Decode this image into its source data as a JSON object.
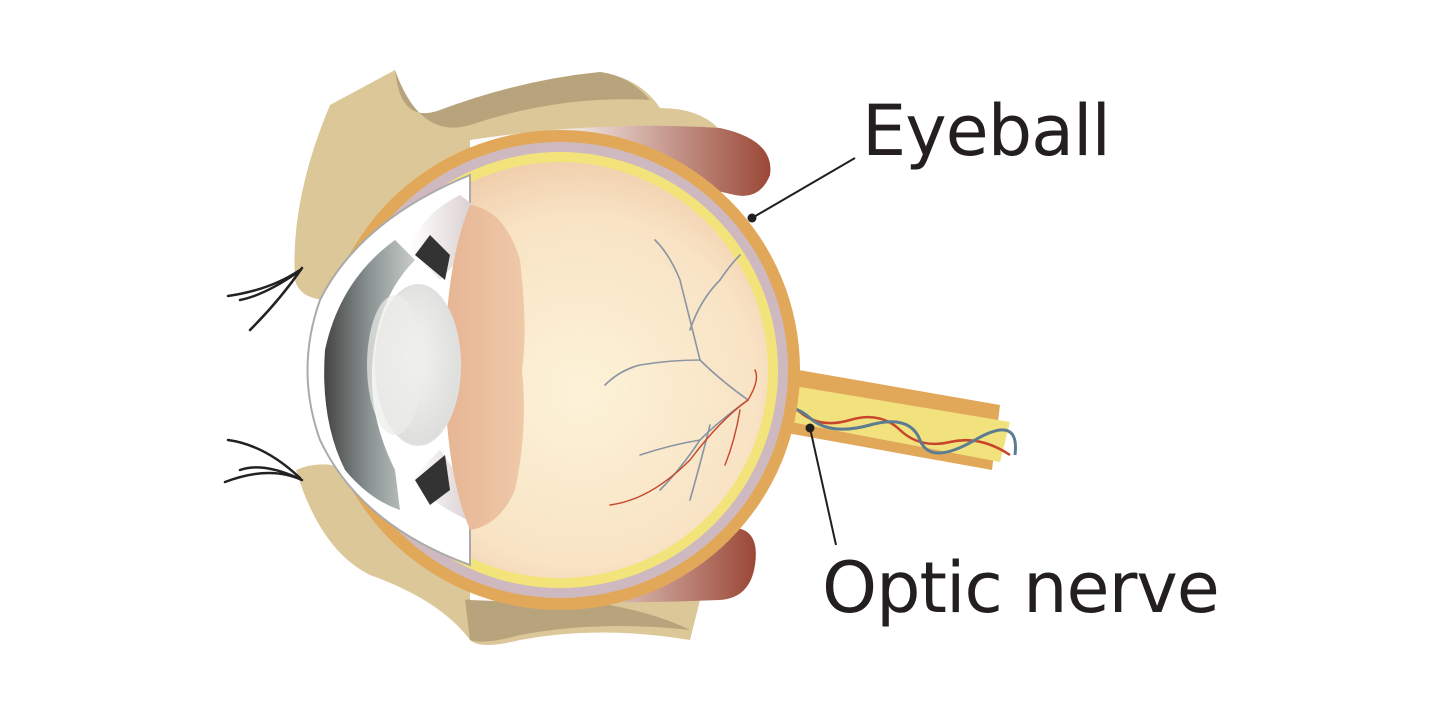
{
  "diagram": {
    "subject": "Cross-section of the human eye",
    "labels": [
      {
        "id": "eyeball",
        "text": "Eyeball",
        "pointer_to": "outer sclera of eyeball"
      },
      {
        "id": "optic_nerve",
        "text": "Optic nerve",
        "pointer_to": "optic nerve trunk"
      }
    ],
    "structures": [
      "eyelid-upper",
      "eyelid-lower",
      "eyelashes",
      "cornea",
      "iris",
      "lens",
      "ciliary-body",
      "vitreous-body",
      "retina",
      "retinal-vessels",
      "sclera",
      "extraocular-muscle-upper",
      "extraocular-muscle-lower",
      "optic-nerve"
    ],
    "colors": {
      "lid": "#dcc798",
      "lid_shadow": "#b8a47c",
      "sclera": "#e2a85a",
      "choroid": "#cfb9c0",
      "retina": "#f2e47a",
      "vitreous": "#f8e4c6",
      "lens_tissue": "#e8b894",
      "muscle_dark": "#9b4736",
      "nerve": "#f1e27e",
      "artery": "#c8452c",
      "vein": "#5c7c92",
      "text": "#231f20"
    }
  }
}
